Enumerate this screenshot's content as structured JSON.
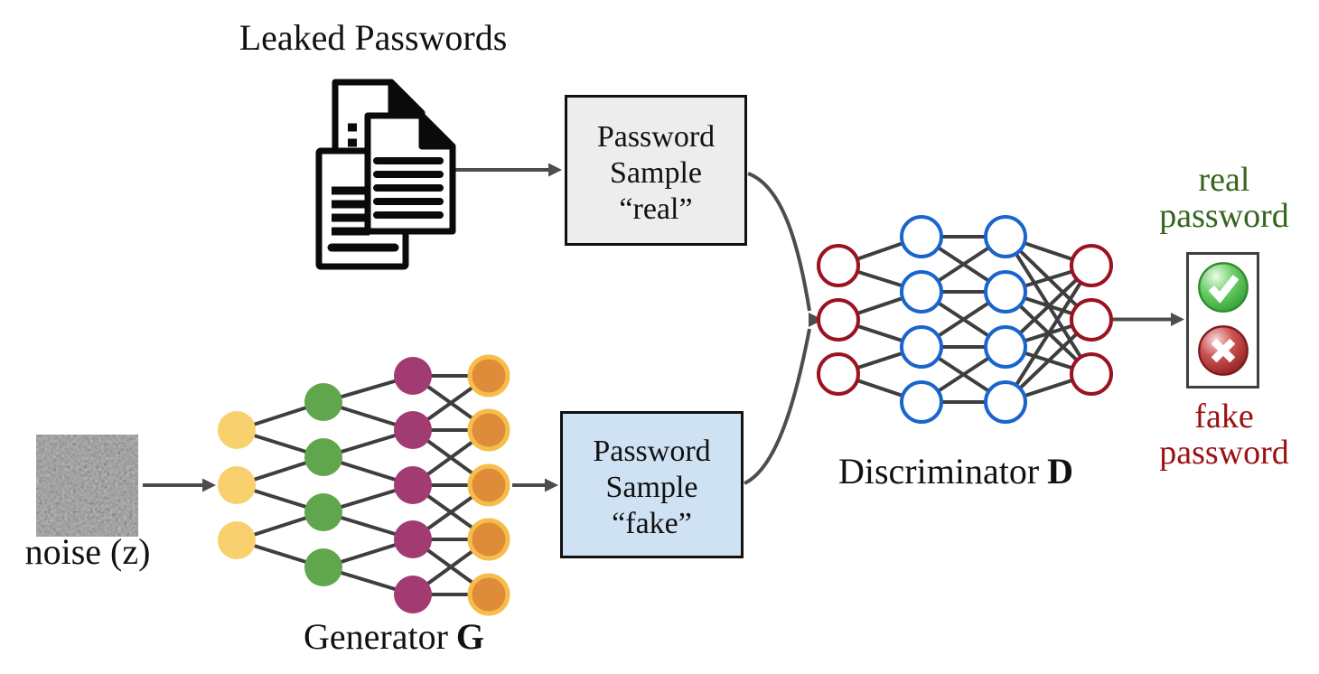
{
  "title": "Leaked Passwords",
  "noise_label": "noise (z)",
  "generator": {
    "label": "Generator",
    "symbol": "G",
    "layers": [
      {
        "name": "input",
        "count": 3,
        "fill": "#f8d06d",
        "stroke": "#f8d06d"
      },
      {
        "name": "hidden-1",
        "count": 4,
        "fill": "#5fa64d",
        "stroke": "#5fa64d"
      },
      {
        "name": "hidden-2",
        "count": 5,
        "fill": "#a23b72",
        "stroke": "#a23b72"
      },
      {
        "name": "output",
        "count": 5,
        "fill": "#df8c3a",
        "stroke": "#f6bd4a"
      }
    ],
    "connectivity": [
      "step",
      "step",
      "near3"
    ]
  },
  "discriminator": {
    "label": "Discriminator",
    "symbol": "D",
    "layers": [
      {
        "name": "input",
        "count": 3,
        "fill": "#ffffff",
        "stroke": "#9b1220"
      },
      {
        "name": "hidden-1",
        "count": 4,
        "fill": "#ffffff",
        "stroke": "#1a64cd"
      },
      {
        "name": "hidden-2",
        "count": 4,
        "fill": "#ffffff",
        "stroke": "#1a64cd"
      },
      {
        "name": "output",
        "count": 3,
        "fill": "#ffffff",
        "stroke": "#9b1220"
      }
    ],
    "connectivity": [
      "step",
      "near3",
      "full"
    ]
  },
  "sample_real": {
    "line1": "Password",
    "line2": "Sample",
    "line3": "“real”",
    "fill": "#ededed"
  },
  "sample_fake": {
    "line1": "Password",
    "line2": "Sample",
    "line3": "“fake”",
    "fill": "#cfe2f3"
  },
  "result": {
    "real_line1": "real",
    "real_line2": "password",
    "real_color": "#35641e",
    "fake_line1": "fake",
    "fake_line2": "password",
    "fake_color": "#9b1111",
    "check_color": "#3dab3d",
    "cross_color": "#a83232"
  },
  "edge_color": "#3e3e3e",
  "arrow_color": "#4d4d4d"
}
